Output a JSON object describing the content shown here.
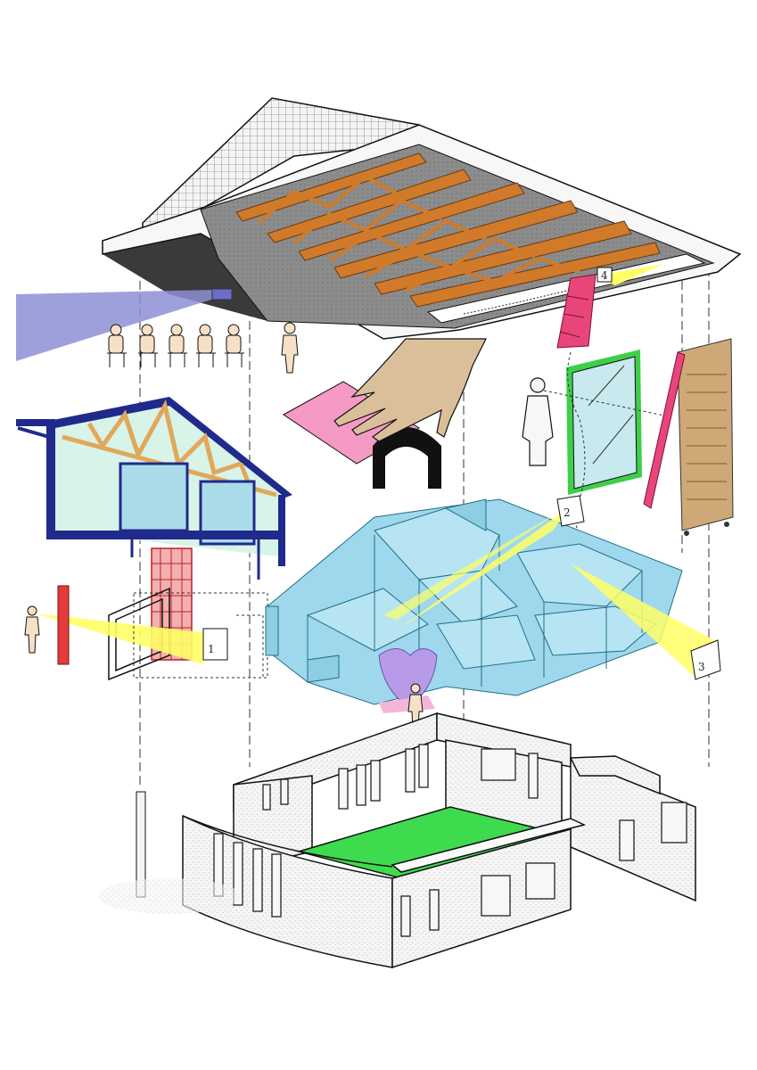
{
  "labels": {
    "callout_1": "1",
    "callout_2": "2",
    "callout_3": "3",
    "callout_4": "4"
  },
  "colors": {
    "paper": "#ffffff",
    "ink": "#1a1a1a",
    "roof_shell": "#f2f2f2",
    "roof_shadow": "#3a3a3a",
    "truss": "#d07a2a",
    "ceiling_grey": "#8c8c8c",
    "projector_beam": "#8d8fd6",
    "section_frame": "#1f2a8c",
    "section_fill": "#d8f3e8",
    "section_truss": "#e0a85a",
    "rooms_blue": "#9fd8ec",
    "light_cone": "#ffff66",
    "red_post": "#e53b3b",
    "pink_sheet": "#f59ac4",
    "mirror_frame": "#3ecf4a",
    "mirror_glass": "#c8e9ee",
    "pink_cabinet": "#e8467a",
    "stair_wood": "#cfa878",
    "lilac_blob": "#b89be8",
    "green_floor": "#3fdb4f",
    "walls": "#f4f4f4"
  },
  "icons": {
    "seated_figures": "seated-audience-icon",
    "standing_figure": "human-figure-icon",
    "hand": "hand-icon",
    "door": "door-frame-icon"
  }
}
